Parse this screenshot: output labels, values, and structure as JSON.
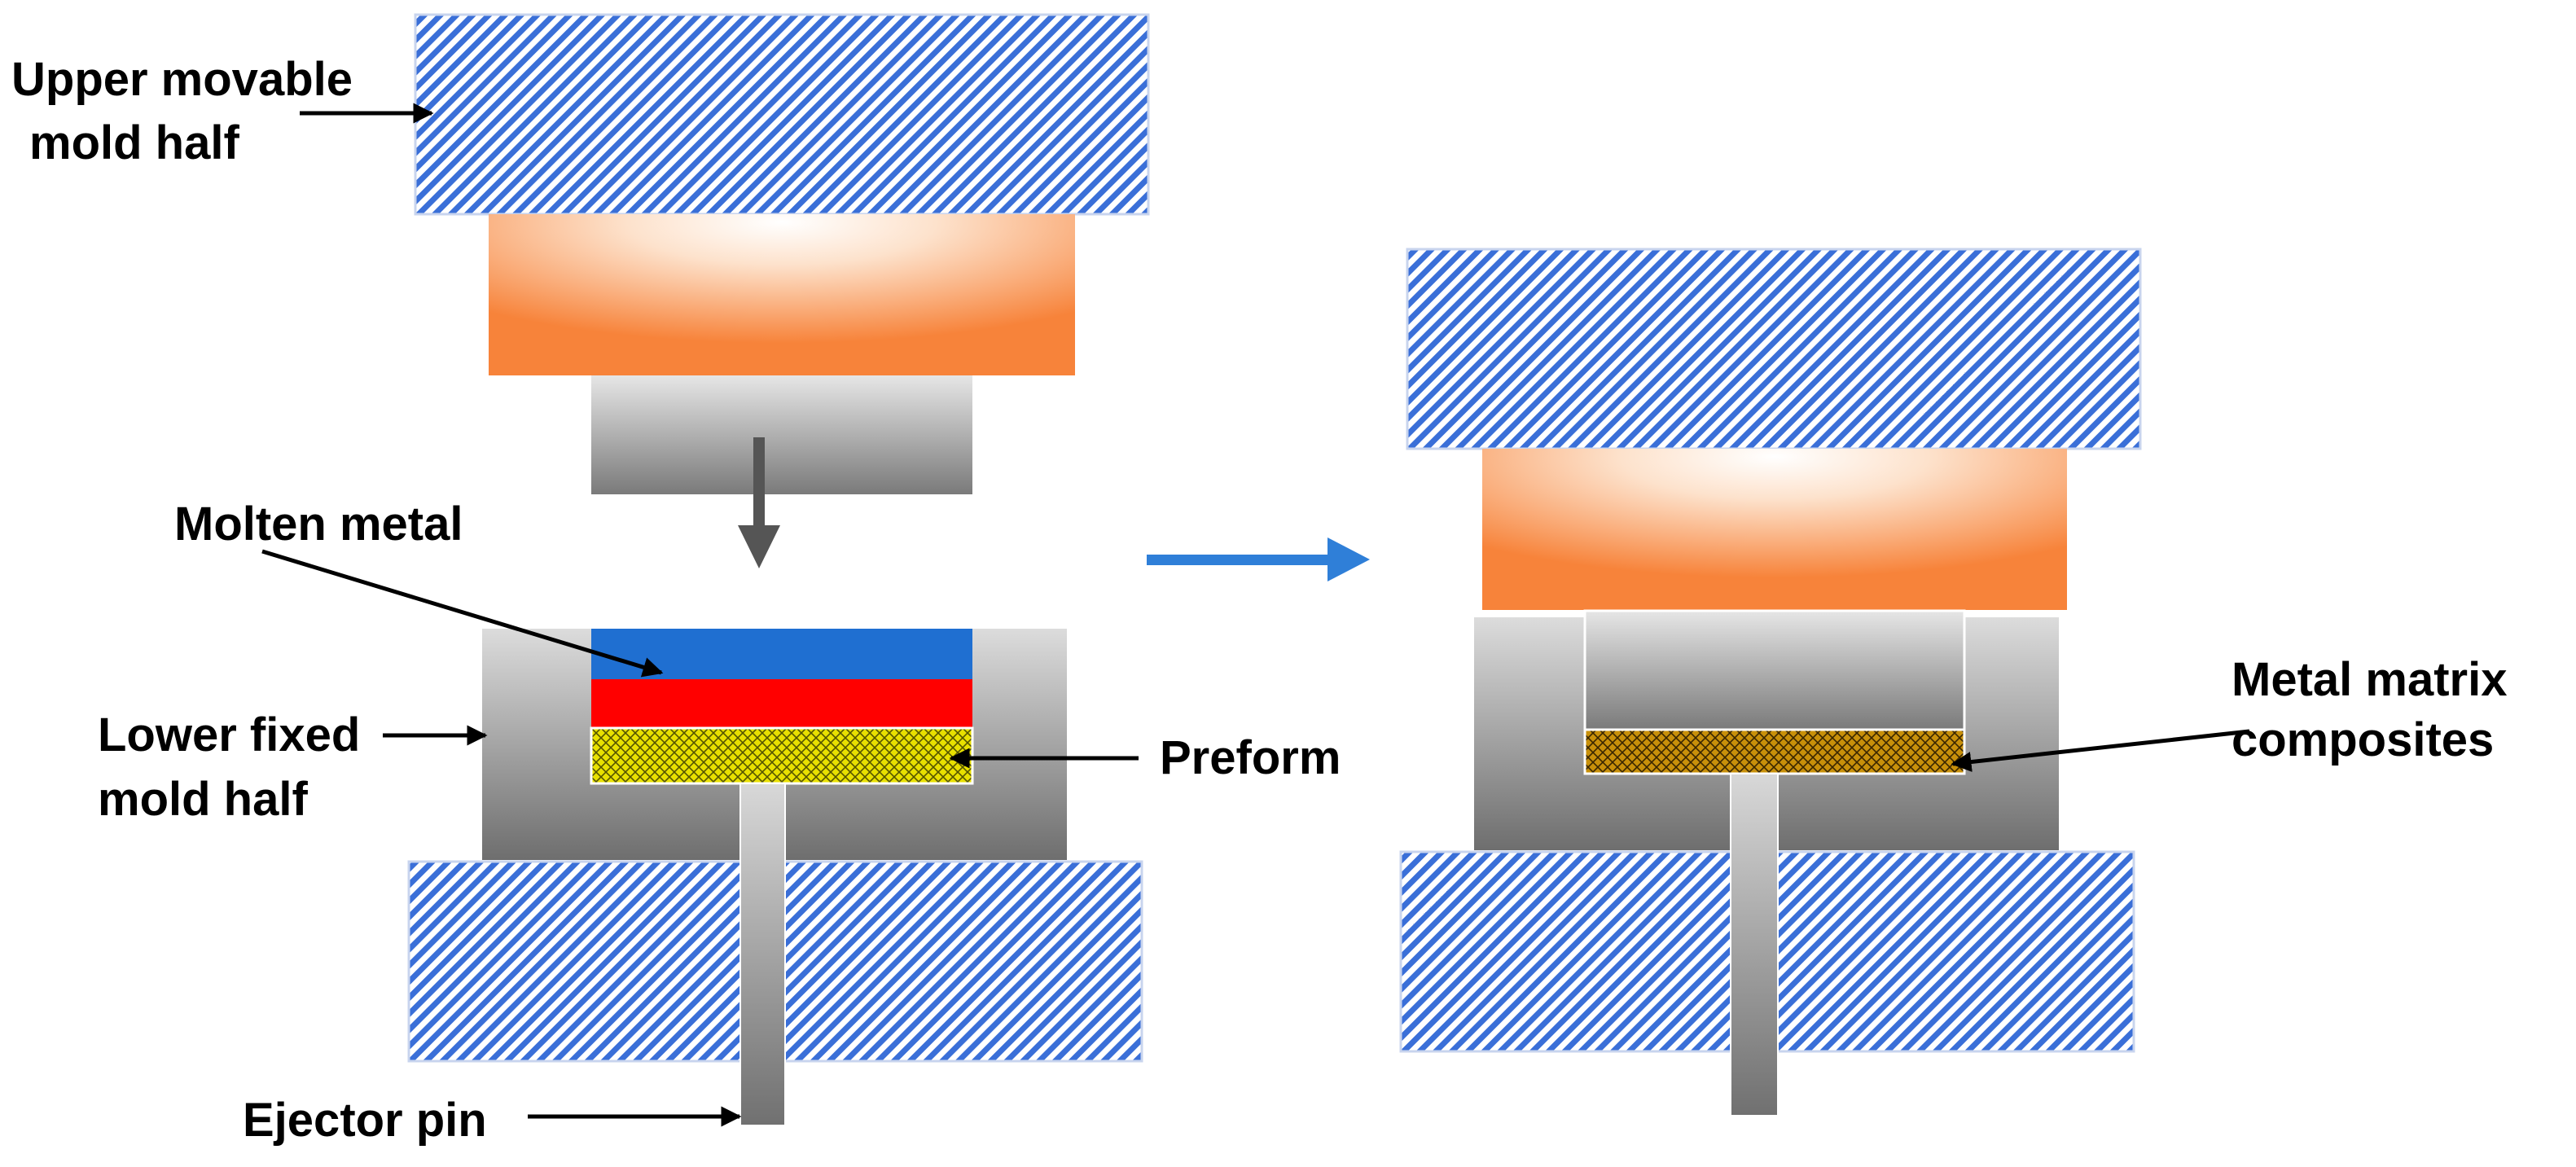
{
  "labels": {
    "upper_mold_line1": "Upper movable",
    "upper_mold_line2": "mold half",
    "molten_metal": "Molten metal",
    "lower_mold_line1": "Lower fixed",
    "lower_mold_line2": "mold half",
    "preform": "Preform",
    "ejector_pin": "Ejector pin",
    "mmc_line1": "Metal matrix",
    "mmc_line2": "composites"
  },
  "colors": {
    "mold_hatch": "#3a6fd8",
    "heater_orange": "#f7833a",
    "punch_gray": "#8a8a8a",
    "molten_metal_blue": "#1f6fd1",
    "molten_metal_red": "#ff0000",
    "preform_yellow": "#e8e000",
    "composite_brown": "#b8860b",
    "process_arrow": "#2f7fd8",
    "down_arrow": "#555555"
  }
}
